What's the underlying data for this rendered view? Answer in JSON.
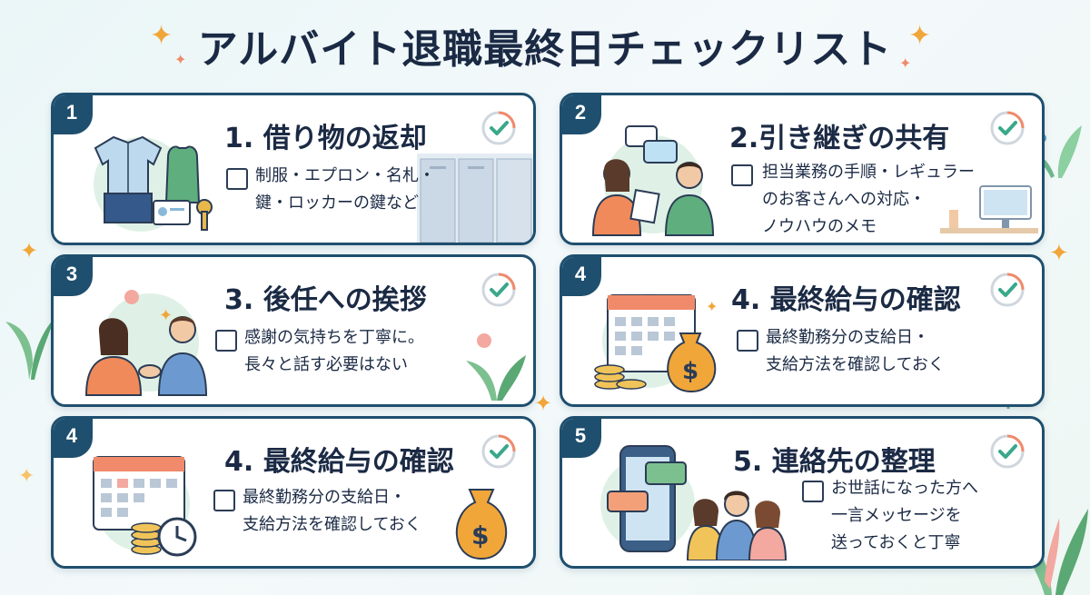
{
  "title": "アルバイト退職最終日チェックリスト",
  "cards": [
    {
      "number": "1",
      "title": "1. 借り物の返却",
      "lines": [
        "制服・エプロン・名札・",
        "鍵・ロッカーの鍵など"
      ]
    },
    {
      "number": "2",
      "title": "2.引き継ぎの共有",
      "lines": [
        "担当業務の手順・レギュラー",
        "のお客さんへの対応・",
        "ノウハウのメモ"
      ]
    },
    {
      "number": "3",
      "title": "3. 後任への挨拶",
      "lines": [
        "感謝の気持ちを丁寧に。",
        "長々と話す必要はない"
      ]
    },
    {
      "number": "4",
      "title": "4. 最終給与の確認",
      "lines": [
        "最終勤務分の支給日・",
        "支給方法を確認しておく"
      ]
    },
    {
      "number": "4",
      "title": "4. 最終給与の確認",
      "lines": [
        "最終勤務分の支給日・",
        "支給方法を確認しておく"
      ]
    },
    {
      "number": "5",
      "title": "5. 連絡先の整理",
      "lines": [
        "お世話になった方へ",
        "一言メッセージを",
        "送っておくと丁寧"
      ]
    }
  ],
  "colors": {
    "navy": "#1f4f6e",
    "accent_green": "#3aa88a",
    "sparkle": "#f1a63a"
  }
}
